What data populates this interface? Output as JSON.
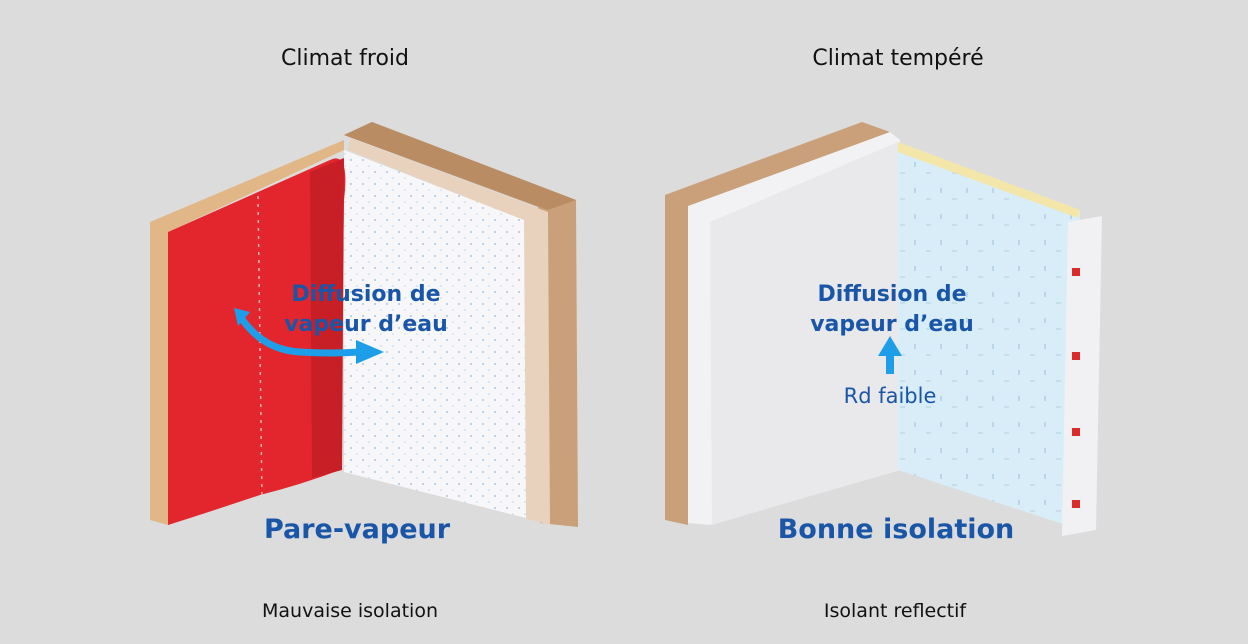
{
  "panels": [
    {
      "title": "Climat froid",
      "diffusion_line1": "Diffusion de",
      "diffusion_line2": "vapeur d’eau",
      "main_label": "Pare-vapeur",
      "caption": "Mauvaise isolation"
    },
    {
      "title": "Climat tempéré",
      "diffusion_line1": "Diffusion de",
      "diffusion_line2": "vapeur d’eau",
      "small_label": "Rd faible",
      "main_label": "Bonne isolation",
      "caption": "Isolant reflectif"
    }
  ],
  "colors": {
    "background": "#dcdcdc",
    "barrier_red": "#e3262d",
    "wood": "#c9a07a",
    "insulation_light_blue": "#d6ecf6",
    "arrow_blue": "#1e9ee8",
    "text_blue": "#1a56a8"
  },
  "icons": [
    "curved-arrow-icon",
    "up-arrow-icon"
  ]
}
